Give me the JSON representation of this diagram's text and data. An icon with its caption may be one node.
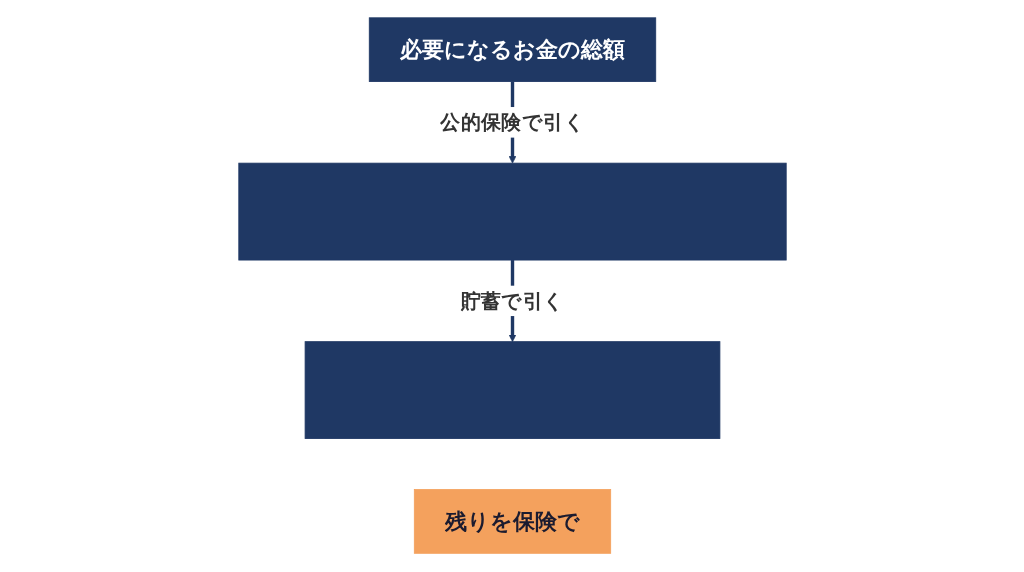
{
  "diagram": {
    "nodes": [
      {
        "text": [
          "必要になるお金の総額"
        ]
      },
      {
        "text": [],
        "shape": "bar"
      },
      {
        "text": [],
        "shape": "bar"
      },
      {
        "text": [
          "残りを保険で"
        ]
      }
    ],
    "edges": [
      {
        "from": 0,
        "to": 1,
        "arrow": "to",
        "label": "公的保険で引く"
      },
      {
        "from": 1,
        "to": 2,
        "arrow": "to",
        "label": "貯蓄で引く"
      }
    ]
  }
}
